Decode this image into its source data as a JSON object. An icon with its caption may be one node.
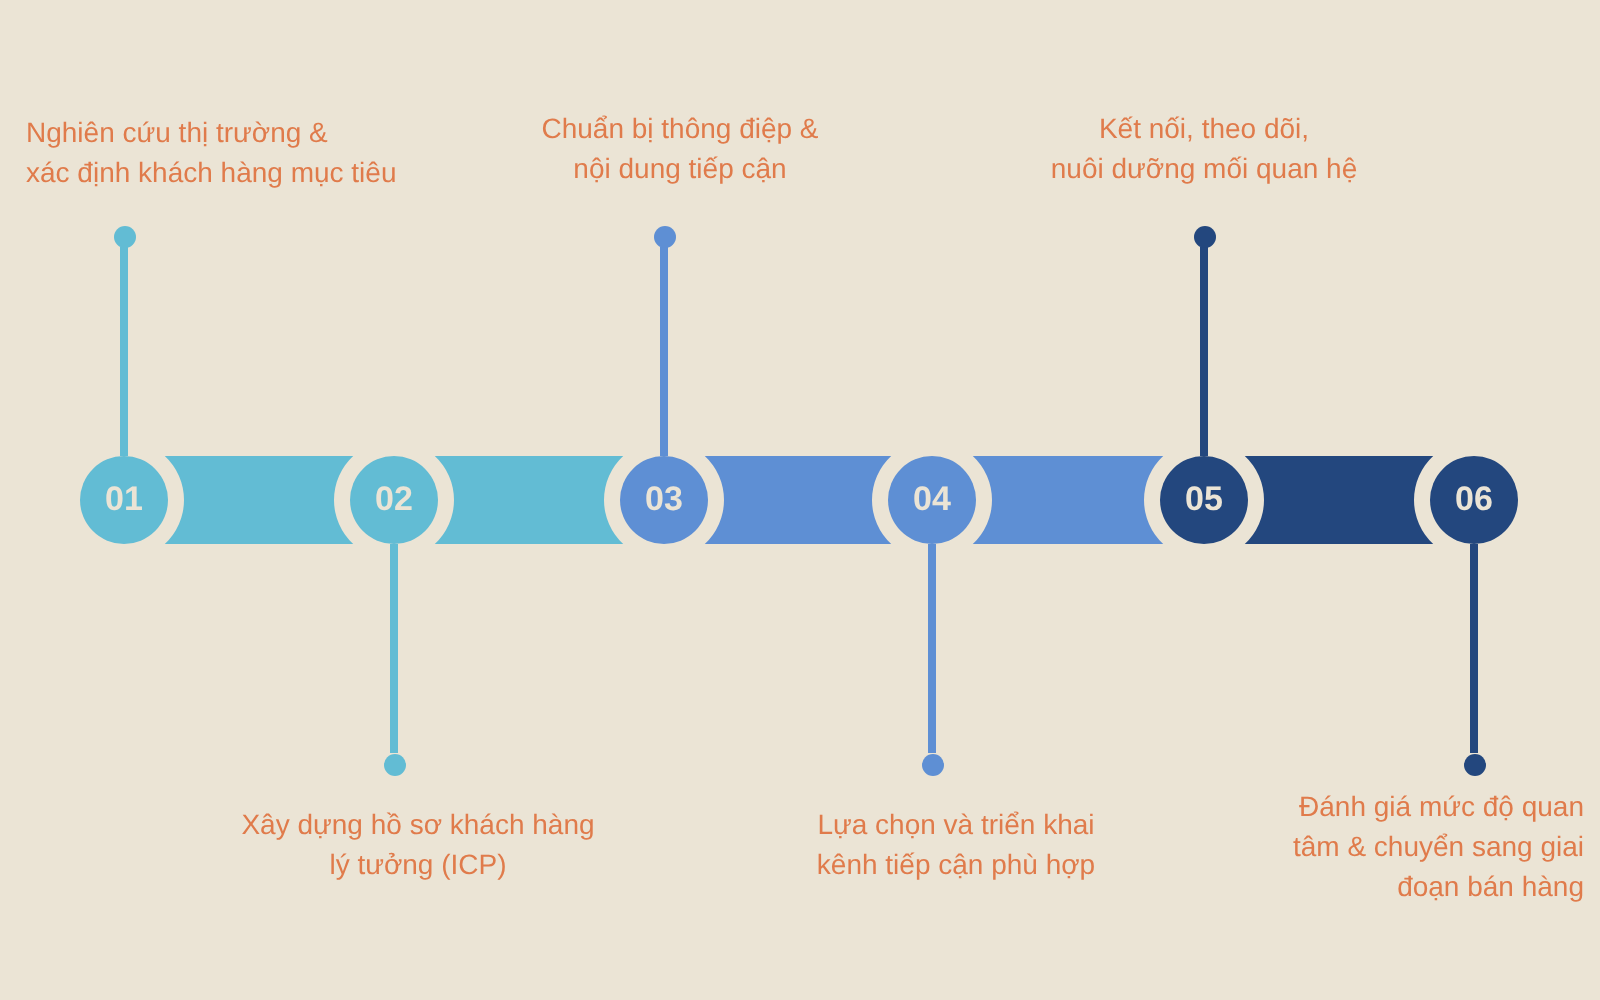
{
  "diagram": {
    "nodes": [
      {
        "text": [
          "01"
        ]
      },
      {
        "text": [
          "02"
        ]
      },
      {
        "text": [
          "03"
        ]
      },
      {
        "text": [
          "04"
        ]
      },
      {
        "text": [
          "05"
        ]
      },
      {
        "text": [
          "06"
        ]
      },
      {
        "text": [],
        "shape": "circle",
        "beside": [
          "Nghiên cứu thị trường & xác định khách hàng mục tiêu"
        ]
      },
      {
        "text": [],
        "shape": "circle",
        "beside": [
          "Xây dựng hồ sơ khách hàng lý tưởng (ICP)"
        ]
      },
      {
        "text": [],
        "shape": "circle",
        "beside": [
          "Chuẩn bị thông điệp & nội dung tiếp cận"
        ]
      },
      {
        "text": [],
        "shape": "circle",
        "beside": [
          "Lựa chọn và triển khai kênh tiếp cận phù hợp"
        ]
      },
      {
        "text": [],
        "shape": "circle",
        "beside": [
          "Kết nối, theo dõi, nuôi dưỡng mối quan hệ"
        ]
      },
      {
        "text": [],
        "shape": "circle",
        "beside": [
          "Đánh giá mức độ quan tâm & chuyển sang giai đoạn bán hàng"
        ]
      }
    ],
    "edges": [
      {
        "from": 0,
        "to": 1,
        "arrow": "none",
        "style": "thick",
        "color": "#62bcd4"
      },
      {
        "from": 1,
        "to": 2,
        "arrow": "none",
        "style": "thick",
        "color": "#62bcd4"
      },
      {
        "from": 2,
        "to": 3,
        "arrow": "none",
        "style": "thick",
        "color": "#5e8fd4"
      },
      {
        "from": 3,
        "to": 4,
        "arrow": "none",
        "style": "thick",
        "color": "#5e8fd4"
      },
      {
        "from": 4,
        "to": 5,
        "arrow": "none",
        "style": "thick",
        "color": "#23477e"
      },
      {
        "from": 0,
        "to": 6,
        "arrow": "none",
        "color": "#62bcd4"
      },
      {
        "from": 1,
        "to": 7,
        "arrow": "none",
        "color": "#62bcd4"
      },
      {
        "from": 2,
        "to": 8,
        "arrow": "none",
        "color": "#5e8fd4"
      },
      {
        "from": 3,
        "to": 9,
        "arrow": "none",
        "color": "#5e8fd4"
      },
      {
        "from": 4,
        "to": 10,
        "arrow": "none",
        "color": "#23477e"
      },
      {
        "from": 5,
        "to": 11,
        "arrow": "none",
        "color": "#23477e"
      }
    ]
  }
}
